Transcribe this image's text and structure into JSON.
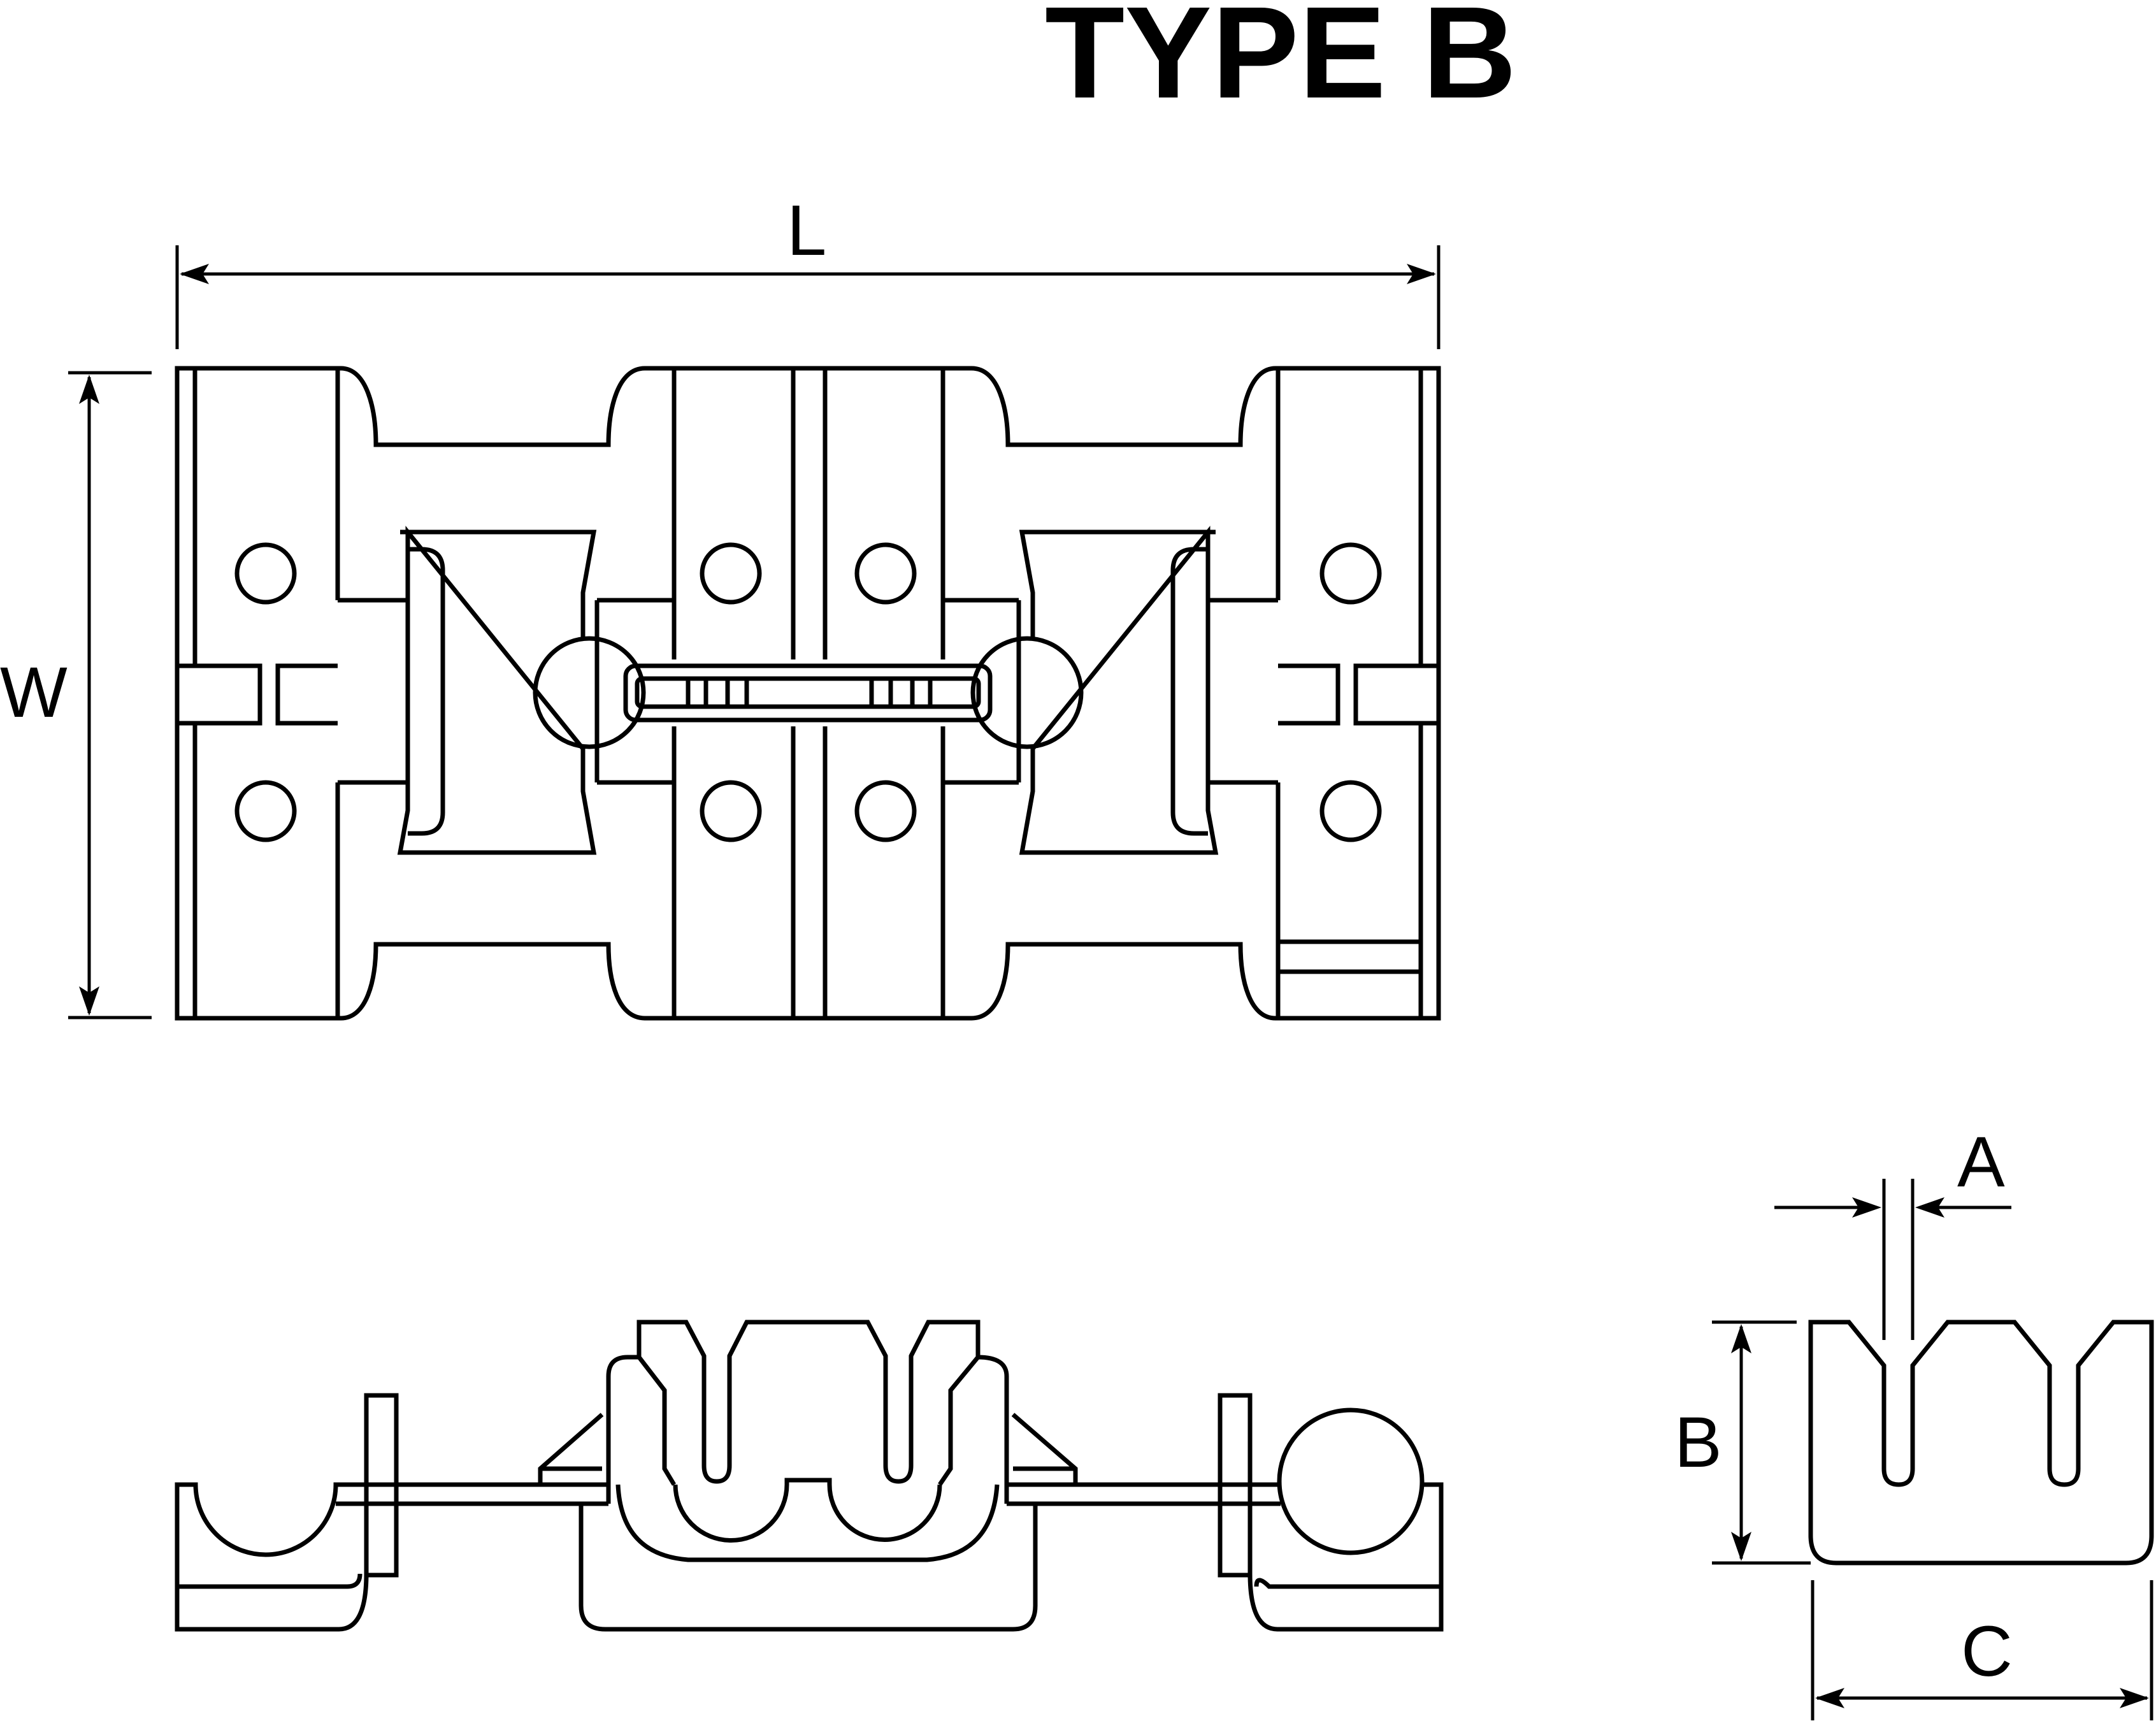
{
  "title": "TYPE B",
  "dimensions": {
    "length": "L",
    "width": "W",
    "slot": "A",
    "height": "B",
    "base": "C"
  }
}
